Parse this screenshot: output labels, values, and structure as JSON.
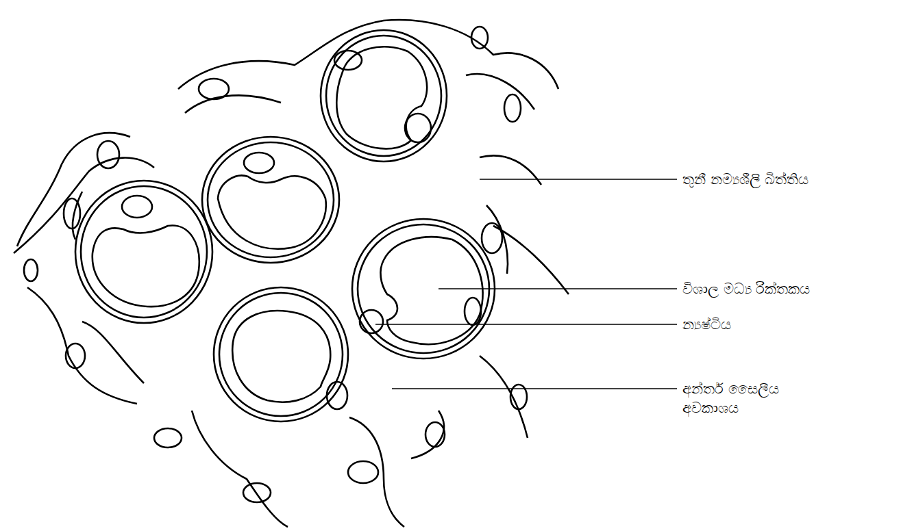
{
  "diagram": {
    "labels": [
      "තුනී නම්‍යශීලි බිත්තිය",
      "විශාල මධ්‍ය රික්තකය",
      "න්‍යෂ්ටිය",
      "අන්තර් සෛලීය අවකාශය"
    ]
  }
}
